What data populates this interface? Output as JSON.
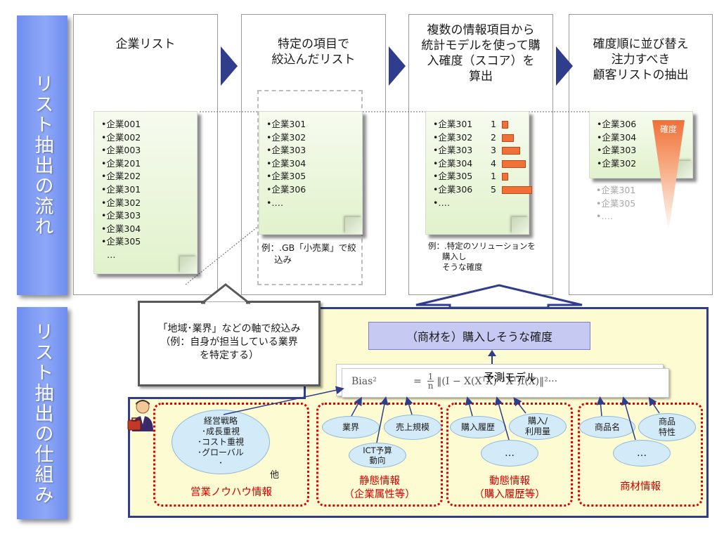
{
  "sidebar": {
    "top_label": "リスト抽出の流れ",
    "bottom_label": "リスト抽出の仕組み"
  },
  "stages": [
    {
      "title": [
        "企業リスト"
      ]
    },
    {
      "title": [
        "特定の項目で",
        "絞込んだリスト"
      ]
    },
    {
      "title": [
        "複数の情報項目から",
        "統計モデルを使って購",
        "入確度（スコア）を",
        "算出"
      ]
    },
    {
      "title": [
        "確度順に並び替え",
        "注力すべき",
        "顧客リストの抽出"
      ]
    }
  ],
  "lists": {
    "all": [
      "•企業001",
      "•企業002",
      "•企業003",
      "•企業201",
      "•企業202",
      "•企業301",
      "•企業302",
      "•企業303",
      "•企業304",
      "•企業305",
      "…"
    ],
    "filtered": [
      "•企業301",
      "•企業302",
      "•企業303",
      "•企業304",
      "•企業305",
      "•企業306",
      "•‥‥"
    ],
    "scored": [
      "•企業301",
      "•企業302",
      "•企業303",
      "•企業304",
      "•企業305",
      "•企業306",
      "•‥‥"
    ],
    "scores": [
      "1",
      "2",
      "3",
      "4",
      "1",
      "5"
    ],
    "score_values": [
      1,
      2,
      3,
      4,
      1,
      5
    ],
    "selected": [
      "•企業306",
      "•企業304",
      "•企業303",
      "•企業302"
    ],
    "excluded": [
      "•企業301",
      "•企業305",
      "•‥‥"
    ]
  },
  "captions": {
    "filter_example": [
      "例：.GB「小売業」で絞",
      "込み"
    ],
    "score_example": [
      "例：.特定のソリューションを",
      "購入し",
      "そうな確度"
    ],
    "confidence": "確度"
  },
  "callout": {
    "lines": [
      "「地域･業界」などの軸で絞込み",
      "（例：自身が担当している業界",
      "を特定する）"
    ]
  },
  "mechanism": {
    "output_label": "（商材を）購入しそうな確度",
    "model_label": "予測モデル",
    "formula_left": "Bias²",
    "formula_eq": "=",
    "formula_frac_num": "1",
    "formula_frac_den": "n",
    "formula_right": "‖(I − X(XᵀX)⁻¹Xᵀ)f(X)‖²···"
  },
  "groups": [
    {
      "label": [
        "営業ノウハウ情報"
      ],
      "items": [],
      "bubble_lines": [
        "経営戦略",
        "･成長重視",
        "･コスト重視",
        "･グローバル",
        "･"
      ],
      "other": "他"
    },
    {
      "label": [
        "静態情報",
        "（企業属性等）"
      ],
      "items": [
        "業界",
        "売上規模",
        "ICT予算\n動向"
      ]
    },
    {
      "label": [
        "動態情報",
        "（購入履歴等）"
      ],
      "items": [
        "購入履歴",
        "購入/\n利用量",
        "…"
      ]
    },
    {
      "label": [
        "商材情報"
      ],
      "items": [
        "商品名",
        "商品\n特性",
        "…"
      ]
    }
  ],
  "colors": {
    "arrow": "#303c8c",
    "sidebar": "#7b98f3",
    "mech_bg": "#fdfbd2",
    "dotted": "#e00000",
    "bar": "#f07038"
  },
  "icons": {
    "salesperson": "person-briefcase-icon"
  }
}
